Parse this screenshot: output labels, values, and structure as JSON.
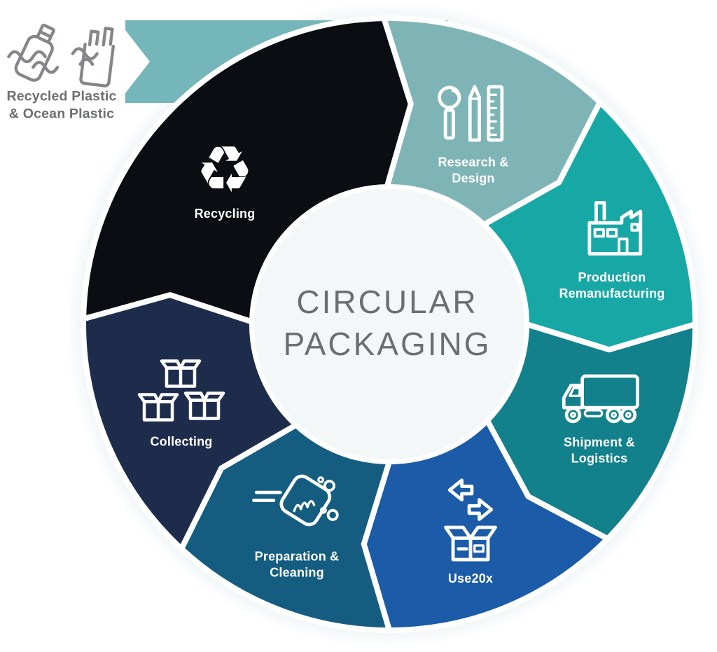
{
  "diagram": {
    "center": {
      "line1": "CIRCULAR",
      "line2": "PACKAGING",
      "bg_color": "#f4f7f8",
      "text_color": "#6d6e71"
    },
    "divider_color": "#ffffff",
    "halo_color": "#e9f0f3",
    "label_text_color": "#ffffff",
    "segments": [
      {
        "id": "recycling",
        "label": "Recycling",
        "icon": "recycling-icon",
        "icon_glyph": "♻",
        "color": "#0a0d12"
      },
      {
        "id": "research-design",
        "label": "Research &\nDesign",
        "icon": "research-design-icon",
        "color": "#7fb4b6"
      },
      {
        "id": "production-remanufacturing",
        "label": "Production\nRemanufacturing",
        "icon": "factory-icon",
        "color": "#17a8a6"
      },
      {
        "id": "shipment-logistics",
        "label": "Shipment &\nLogistics",
        "icon": "truck-icon",
        "color": "#12818b"
      },
      {
        "id": "use20x",
        "label": "Use20x",
        "icon": "reuse-box-icon",
        "color": "#1b5ba7"
      },
      {
        "id": "preparation-cleaning",
        "label": "Preparation &\nCleaning",
        "icon": "cleaning-icon",
        "color": "#145d81"
      },
      {
        "id": "collecting",
        "label": "Collecting",
        "icon": "boxes-icon",
        "color": "#1e2c4c"
      }
    ],
    "input": {
      "label": "Recycled Plastic\n& Ocean Plastic",
      "icon": "plastic-waste-icon",
      "tab_color": "#74b6ba",
      "text_color": "#6d6e70",
      "icon_color": "#85868a"
    }
  }
}
